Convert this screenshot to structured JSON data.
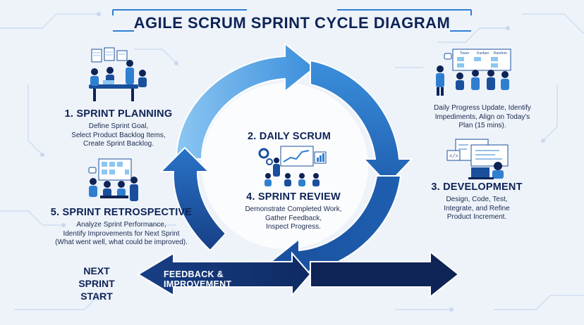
{
  "title": "AGILE SCRUM SPRINT CYCLE DIAGRAM",
  "stages": {
    "planning": {
      "heading": "1. SPRINT PLANNING",
      "lines": [
        "Define Sprint Goal,",
        "Select Product Backlog Items,",
        "Create Sprint Backlog."
      ]
    },
    "daily": {
      "heading": "2. DAILY SCRUM",
      "lines": [
        "Daily Progress Update, Identify",
        "Impediments, Align on Today's",
        "Plan (15 mins)."
      ]
    },
    "development": {
      "heading": "3. DEVELOPMENT",
      "lines": [
        "Design, Code, Test,",
        "Integrate, and Refine",
        "Product Increment."
      ]
    },
    "review": {
      "heading": "4. SPRINT REVIEW",
      "lines": [
        "Demonstrate Completed Work,",
        "Gather Feedback,",
        "Inspect Progress."
      ]
    },
    "retrospective": {
      "heading": "5. SPRINT RETROSPECTIVE",
      "lines": [
        "Analyze Sprint Performance,",
        "Identify Improvements for Next Sprint",
        "(What went well, what could be improved)."
      ]
    }
  },
  "next_sprint": {
    "line1": "NEXT SPRINT",
    "line2": "START"
  },
  "feedback_label": "FEEDBACK & IMPROVEMENT",
  "kanban_columns": [
    "Tower",
    "Kanban",
    "Random"
  ],
  "colors": {
    "navy": "#0e2356",
    "blue_dark": "#1a4f9c",
    "blue_mid": "#2f7fd0",
    "blue_light": "#8cc6f2",
    "background": "#eef3fa"
  }
}
